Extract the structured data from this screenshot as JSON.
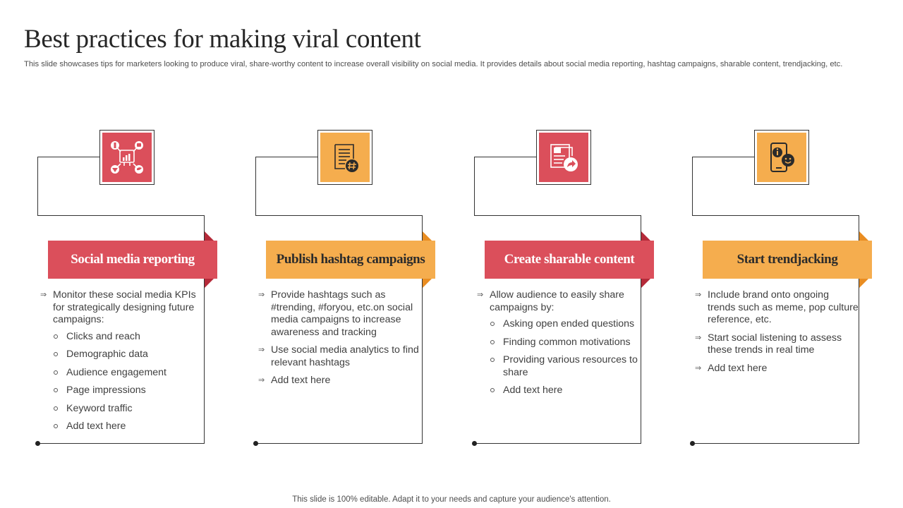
{
  "title": "Best practices for making viral content",
  "subtitle": "This slide showcases tips for marketers looking to produce viral, share-worthy content to increase overall visibility on social media. It provides details about social media reporting, hashtag campaigns, sharable content, trendjacking, etc.",
  "footer": "This slide is 100% editable. Adapt it to your needs and capture your audience's attention.",
  "colors": {
    "red": "#db4f5b",
    "red_dark": "#b52a39",
    "orange": "#f5ad4e",
    "orange_dark": "#e98d22",
    "frame": "#333333"
  },
  "columns": [
    {
      "heading": "Social media reporting",
      "icon": "social-network-analytics-icon",
      "bullets": [
        {
          "text": "Monitor these social media KPIs for strategically designing future campaigns:",
          "subs": [
            "Clicks and reach",
            "Demographic data",
            "Audience engagement",
            "Page impressions",
            "Keyword traffic",
            "Add text here"
          ]
        }
      ]
    },
    {
      "heading": "Publish hashtag campaigns",
      "icon": "hashtag-document-icon",
      "bullets": [
        {
          "text": "Provide hashtags such as #trending, #foryou, etc.on social media campaigns to increase awareness and tracking",
          "subs": []
        },
        {
          "text": "Use social media analytics to find relevant hashtags",
          "subs": []
        },
        {
          "text": "Add text here",
          "subs": []
        }
      ]
    },
    {
      "heading": "Create sharable content",
      "icon": "share-content-icon",
      "bullets": [
        {
          "text": "Allow audience to easily share campaigns by:",
          "subs": [
            "Asking open ended questions",
            "Finding common motivations",
            "Providing various resources to share",
            "Add text here"
          ]
        }
      ]
    },
    {
      "heading": "Start trendjacking",
      "icon": "mobile-trend-emoji-icon",
      "bullets": [
        {
          "text": "Include brand onto ongoing trends such as meme, pop culture reference, etc.",
          "subs": []
        },
        {
          "text": "Start social listening to assess these trends in real time",
          "subs": []
        },
        {
          "text": "Add text here",
          "subs": []
        }
      ]
    }
  ]
}
